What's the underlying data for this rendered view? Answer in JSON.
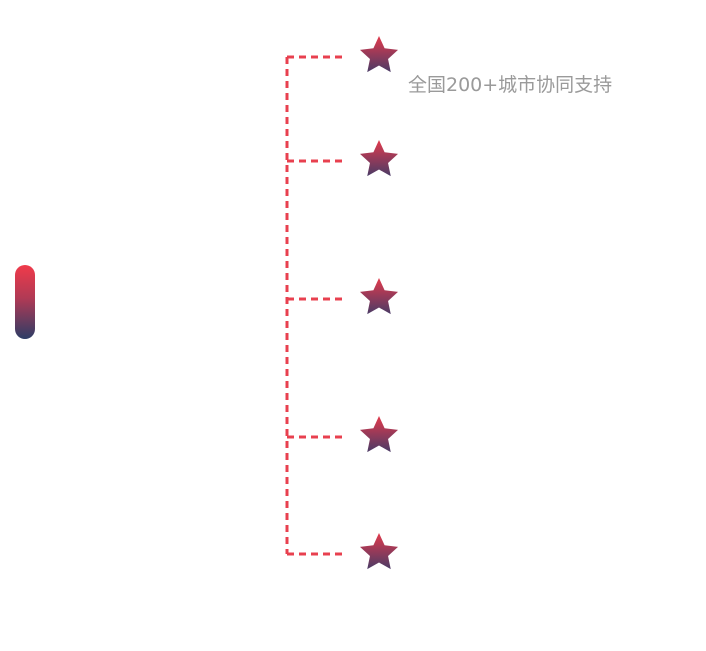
{
  "caption": "全国200+城市协同支持",
  "nodes": [
    {
      "id": "node-1",
      "icon": "star-icon"
    },
    {
      "id": "node-2",
      "icon": "star-icon"
    },
    {
      "id": "node-3",
      "icon": "star-icon"
    },
    {
      "id": "node-4",
      "icon": "star-icon"
    },
    {
      "id": "node-5",
      "icon": "star-icon"
    }
  ],
  "colors": {
    "connector": "#e8404f",
    "star_top": "#e23a4c",
    "star_bottom": "#4a3b66",
    "pill_top": "#f03a4a",
    "pill_bottom": "#2d3d66",
    "caption_text": "#9a9a9a",
    "background": "#ffffff"
  }
}
